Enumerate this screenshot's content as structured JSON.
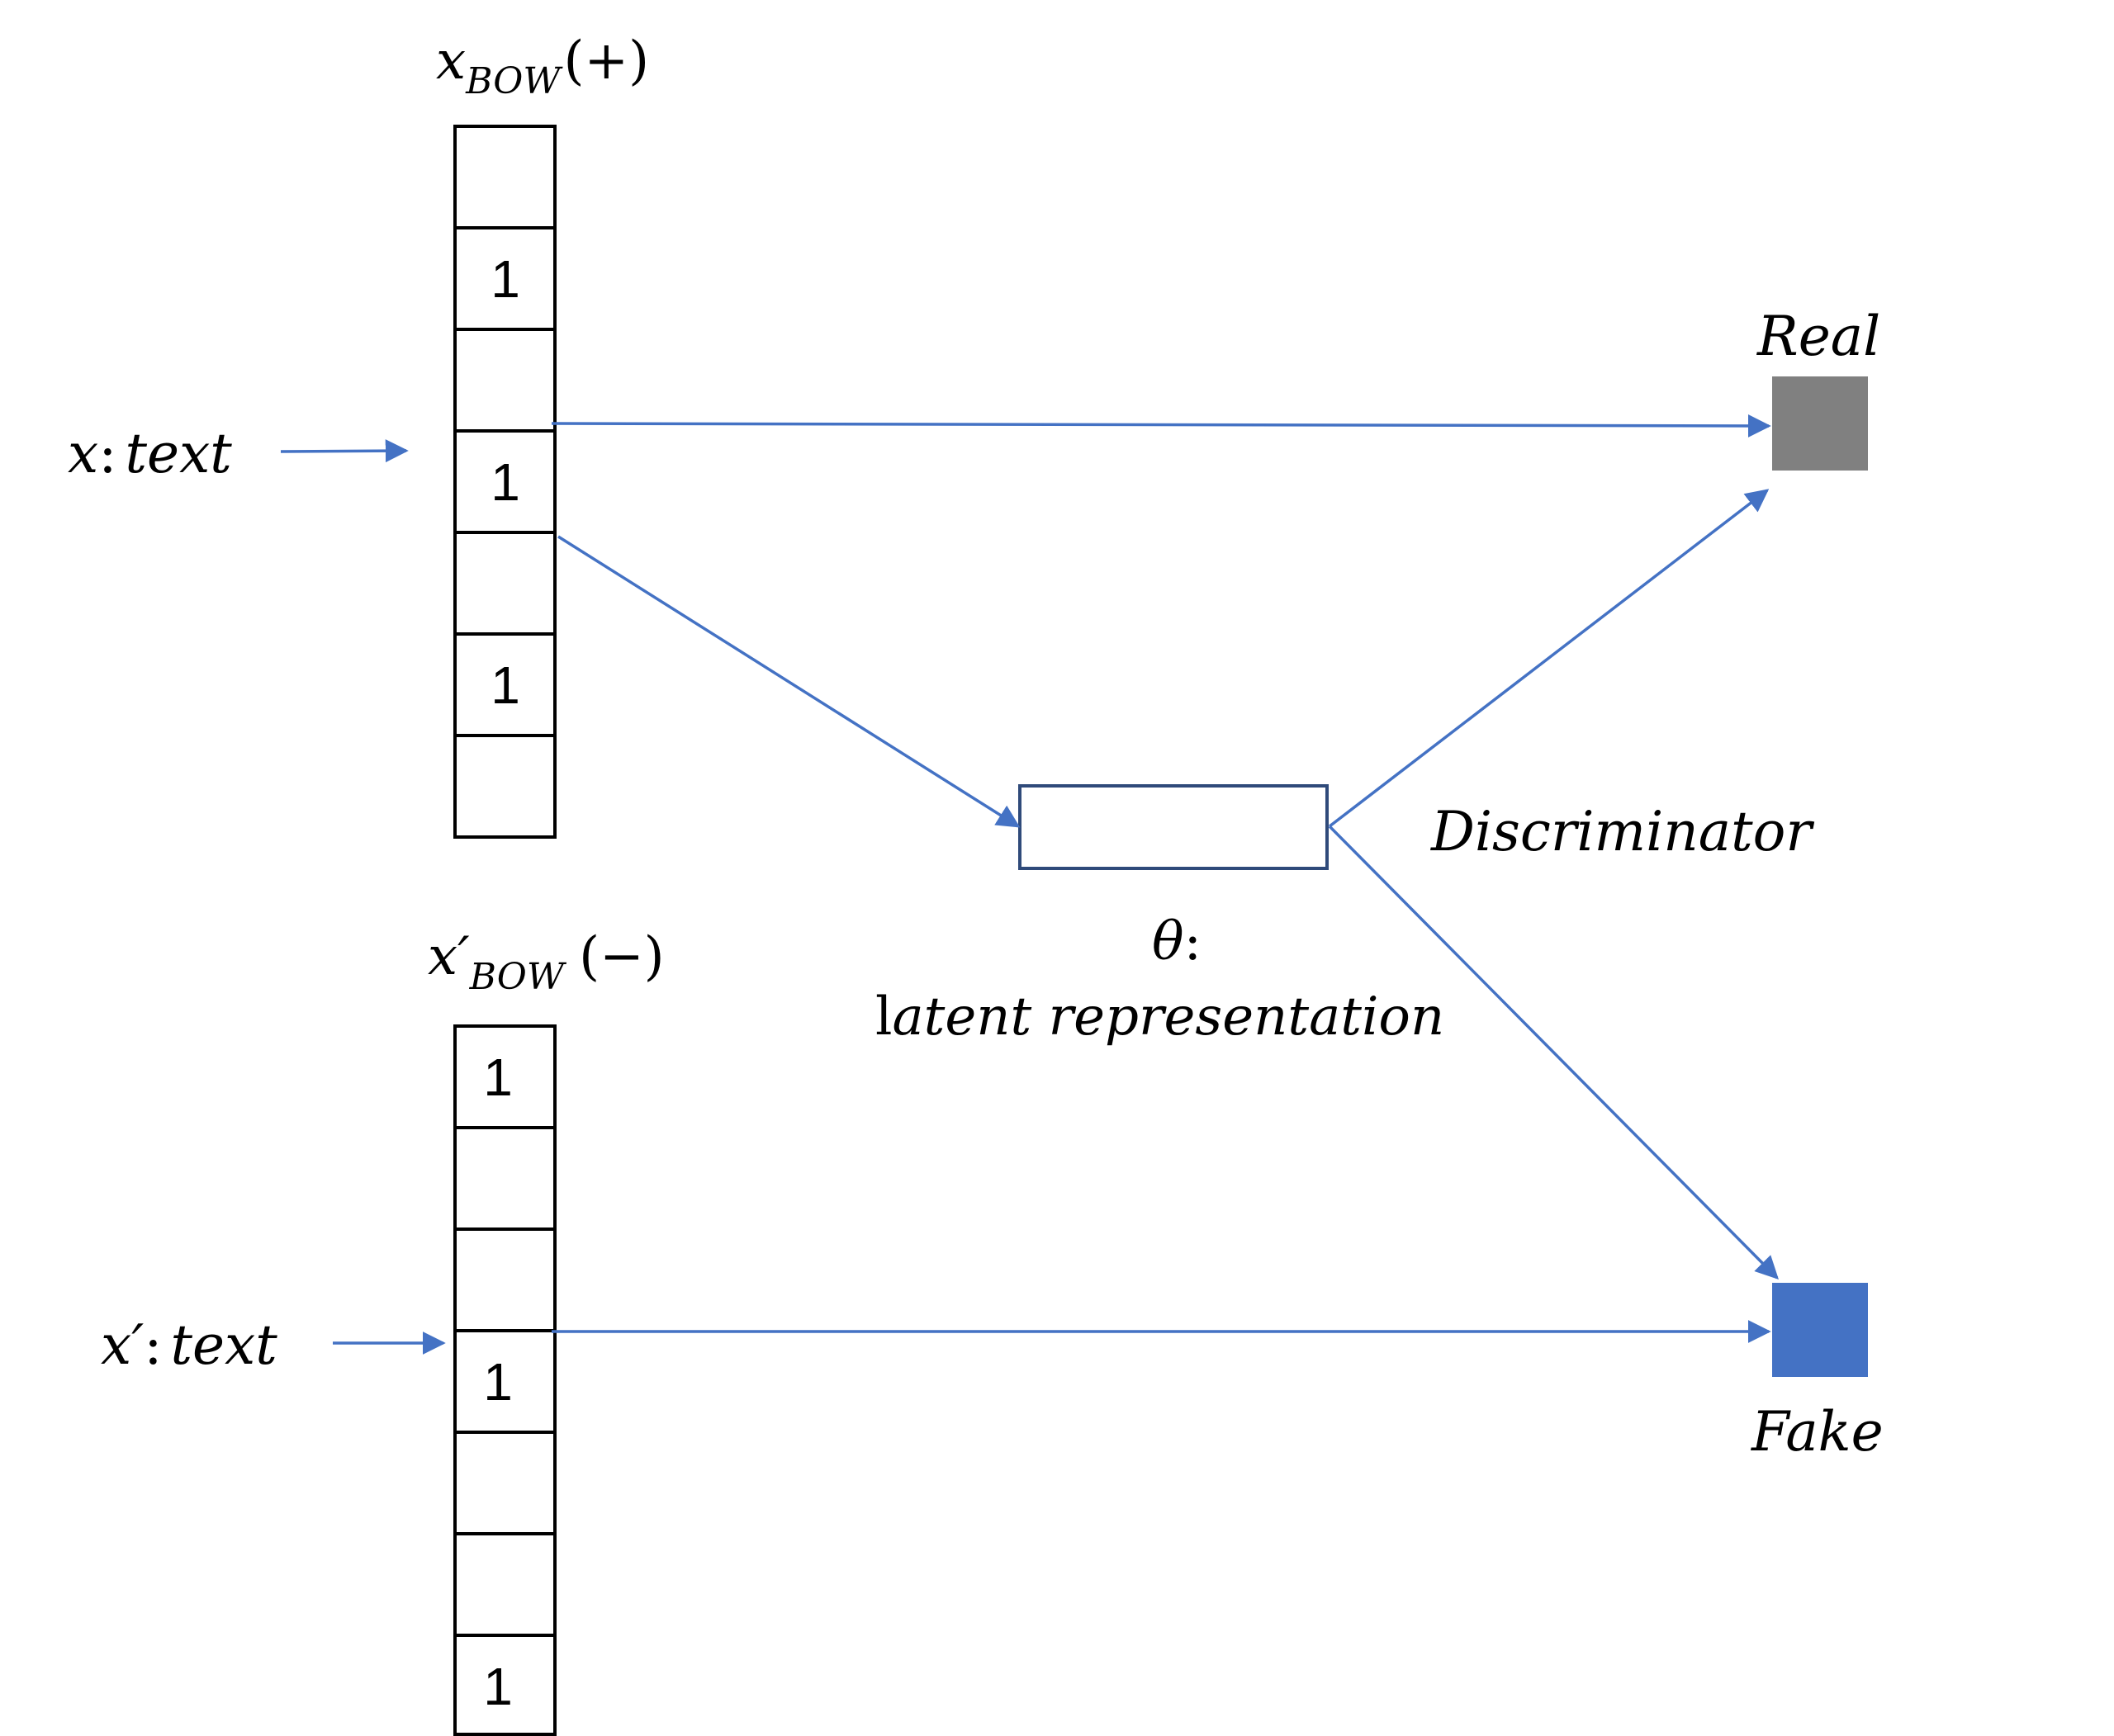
{
  "colors": {
    "arrow": "#4472C4",
    "real_box": "#808080",
    "fake_box": "#4472C4",
    "latent_box_border": "#2F4A7A",
    "ink": "#000000"
  },
  "positive_vector": {
    "label_main": "x",
    "label_subscript": "BOW",
    "label_sign": "(+)",
    "cells": [
      "",
      "1",
      "",
      "1",
      "",
      "1",
      ""
    ]
  },
  "negative_vector": {
    "label_main": "x′",
    "label_subscript": "BOW",
    "label_sign": "(−)",
    "cells": [
      "1",
      "",
      "",
      "1",
      "",
      "",
      "1"
    ]
  },
  "input_positive": {
    "var": "x",
    "colon": ":",
    "word": "text"
  },
  "input_negative": {
    "var": "x′",
    "colon": ":",
    "word": "text"
  },
  "latent": {
    "symbol": "θ",
    "colon": ":",
    "line2_upright": "l",
    "line2_rest": "atent representation"
  },
  "discriminator_label": "Discriminator",
  "real_label": "Real",
  "fake_label": "Fake"
}
